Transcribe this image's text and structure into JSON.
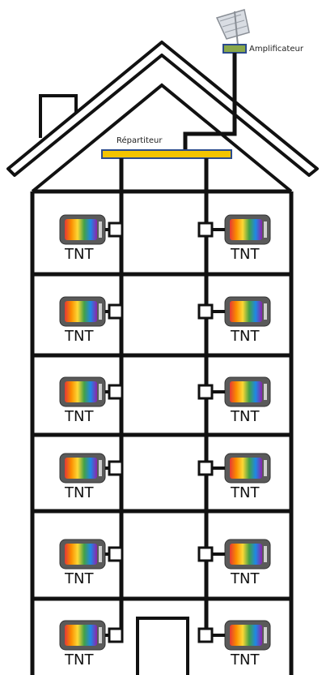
{
  "labels": {
    "amplifier": "Amplificateur",
    "distributor": "Répartiteur",
    "tv": "TNT"
  },
  "floors": [
    {
      "left_tv": "TNT",
      "right_tv": "TNT"
    },
    {
      "left_tv": "TNT",
      "right_tv": "TNT"
    },
    {
      "left_tv": "TNT",
      "right_tv": "TNT"
    },
    {
      "left_tv": "TNT",
      "right_tv": "TNT"
    },
    {
      "left_tv": "TNT",
      "right_tv": "TNT"
    },
    {
      "left_tv": "TNT",
      "right_tv": "TNT"
    }
  ],
  "colors": {
    "line": "#111111",
    "distributor_fill": "#f2c400",
    "distributor_border": "#2c4c8c",
    "amplifier_fill": "#8aa84a",
    "tv_rainbow": [
      "#e53935",
      "#fb8c00",
      "#fdd835",
      "#43a047",
      "#1e88e5",
      "#8e24aa"
    ]
  },
  "icons": {
    "antenna": "antenna-icon",
    "tv": "tv-icon",
    "wall_outlet": "wall-outlet-icon"
  }
}
